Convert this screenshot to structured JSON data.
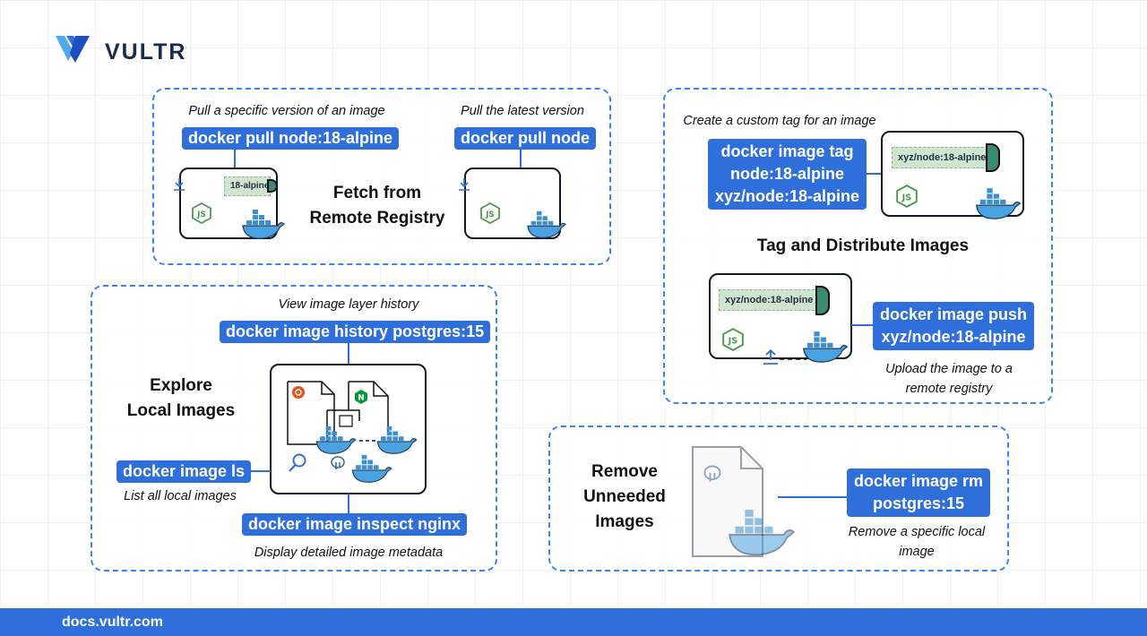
{
  "brand": {
    "name": "VULTR",
    "accent": "#2f6fdc"
  },
  "footer": {
    "url": "docs.vultr.com"
  },
  "fetch": {
    "title": "Fetch from\nRemote Registry",
    "left_caption": "Pull a specific version of an image",
    "left_command": "docker pull node:18-alpine",
    "left_tag": "18-alpine",
    "right_caption": "Pull the latest version",
    "right_command": "docker pull node"
  },
  "tag": {
    "title": "Tag and Distribute Images",
    "caption": "Create a custom tag for an image",
    "tag_command": "docker image tag\nnode:18-alpine\nxyz/node:18-alpine",
    "tag_label_top": "xyz/node:18-alpine",
    "tag_label_bottom": "xyz/node:18-alpine",
    "push_command": "docker image push\nxyz/node:18-alpine",
    "push_caption": "Upload the image to a\nremote registry"
  },
  "explore": {
    "title": "Explore\nLocal Images",
    "history_caption": "View image layer history",
    "history_command": "docker image history postgres:15",
    "ls_command": "docker image ls",
    "ls_caption": "List all local images",
    "inspect_command": "docker image inspect nginx",
    "inspect_caption": "Display detailed image metadata"
  },
  "remove": {
    "title": "Remove\nUnneeded\nImages",
    "command": "docker image rm\npostgres:15",
    "caption": "Remove a specific local\nimage"
  },
  "icons": [
    "vultr-logo-icon",
    "download-icon",
    "nodejs-icon",
    "docker-whale-icon",
    "ubuntu-icon",
    "nginx-icon",
    "postgres-icon",
    "magnifier-icon",
    "upload-icon",
    "file-icon"
  ]
}
